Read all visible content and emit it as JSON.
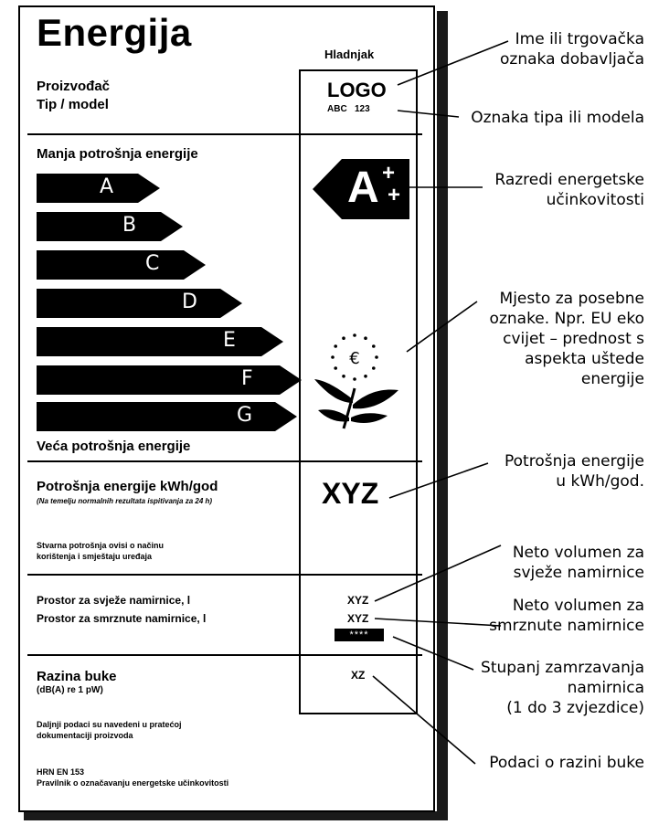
{
  "label": {
    "title": "Energija",
    "column_header": "Hladnjak",
    "manufacturer": "Proizvođač",
    "model": "Tip / model",
    "logo": "LOGO",
    "model_code": "ABC   123",
    "efficiency_top": "Manja potrošnja energije",
    "efficiency_bottom": "Veća potrošnja energije",
    "classes": [
      "A",
      "B",
      "C",
      "D",
      "E",
      "F",
      "G"
    ],
    "rating_badge": "A",
    "rating_plus_top": "+",
    "rating_plus_bottom": "+",
    "consumption_label": "Potrošnja energije kWh/god",
    "consumption_note": "(Na temelju normalnih rezultata ispitivanja za 24 h)",
    "consumption_value": "XYZ",
    "usage_note_1": "Stvarna potrošnja ovisi o načinu",
    "usage_note_2": "korištenja i smještaju uređaja",
    "fresh_volume": "Prostor za svježe namirnice, l",
    "frozen_volume": "Prostor za smrznute namirnice, l",
    "fresh_value": "XYZ",
    "frozen_value": "XYZ",
    "star_rating": "****",
    "noise_label": "Razina buke",
    "noise_unit": "(dB(A) re 1 pW)",
    "noise_value": "XZ",
    "further_info_1": "Daljnji podaci su navedeni u pratećoj",
    "further_info_2": "dokumentaciji proizvoda",
    "standard": "HRN EN 153",
    "regulation": "Pravilnik o označavanju energetske učinkovitosti"
  },
  "callouts": {
    "supplier": [
      "Ime ili trgovačka",
      "oznaka dobavljača"
    ],
    "model": [
      "Oznaka tipa ili modela"
    ],
    "classes": [
      "Razredi energetske",
      "učinkovitosti"
    ],
    "eco": [
      "Mjesto za posebne",
      "oznake. Npr. EU eko",
      "cvijet – prednost s",
      "aspekta uštede",
      "energije"
    ],
    "consumption": [
      "Potrošnja energije",
      "u kWh/god."
    ],
    "fresh": [
      "Neto volumen za",
      "svježe namirnice"
    ],
    "frozen": [
      "Neto volumen za",
      "smrznute namirnice"
    ],
    "freezing": [
      "Stupanj zamrzavanja",
      "namirnica",
      "(1 do 3 zvjezdice)"
    ],
    "noise": [
      "Podaci o razini buke"
    ]
  },
  "colors": {
    "ink": "#000000",
    "paper": "#ffffff"
  }
}
